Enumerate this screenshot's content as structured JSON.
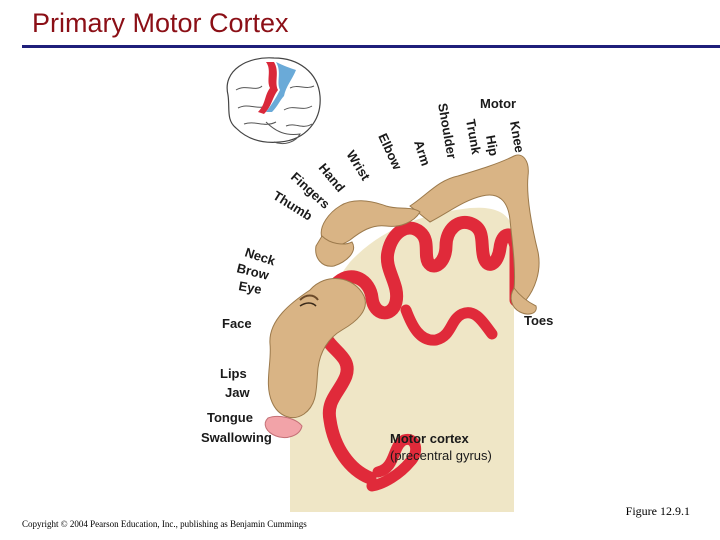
{
  "title": "Primary Motor Cortex",
  "figure_label": "Figure 12.9.1",
  "copyright": "Copyright © 2004 Pearson Education, Inc., publishing as Benjamin Cummings",
  "colors": {
    "title": "#8b0f16",
    "rule": "#1f1f7a",
    "cortex": "#e02a3a",
    "tissue": "#efe6c6",
    "skin": "#d9b485",
    "tongue": "#f2a3a8",
    "brain_highlight_red": "#d9283a",
    "brain_highlight_blue": "#6aaad8"
  },
  "labels": {
    "motor": "Motor",
    "knee": "Knee",
    "hip": "Hip",
    "trunk": "Trunk",
    "shoulder": "Shoulder",
    "arm": "Arm",
    "elbow": "Elbow",
    "wrist": "Wrist",
    "hand": "Hand",
    "fingers": "Fingers",
    "thumb": "Thumb",
    "neck": "Neck",
    "brow": "Brow",
    "eye": "Eye",
    "face": "Face",
    "lips": "Lips",
    "jaw": "Jaw",
    "tongue": "Tongue",
    "swallowing": "Swallowing",
    "toes": "Toes",
    "motor_cortex": "Motor cortex",
    "precentral_gyrus": "(precentral gyrus)"
  }
}
